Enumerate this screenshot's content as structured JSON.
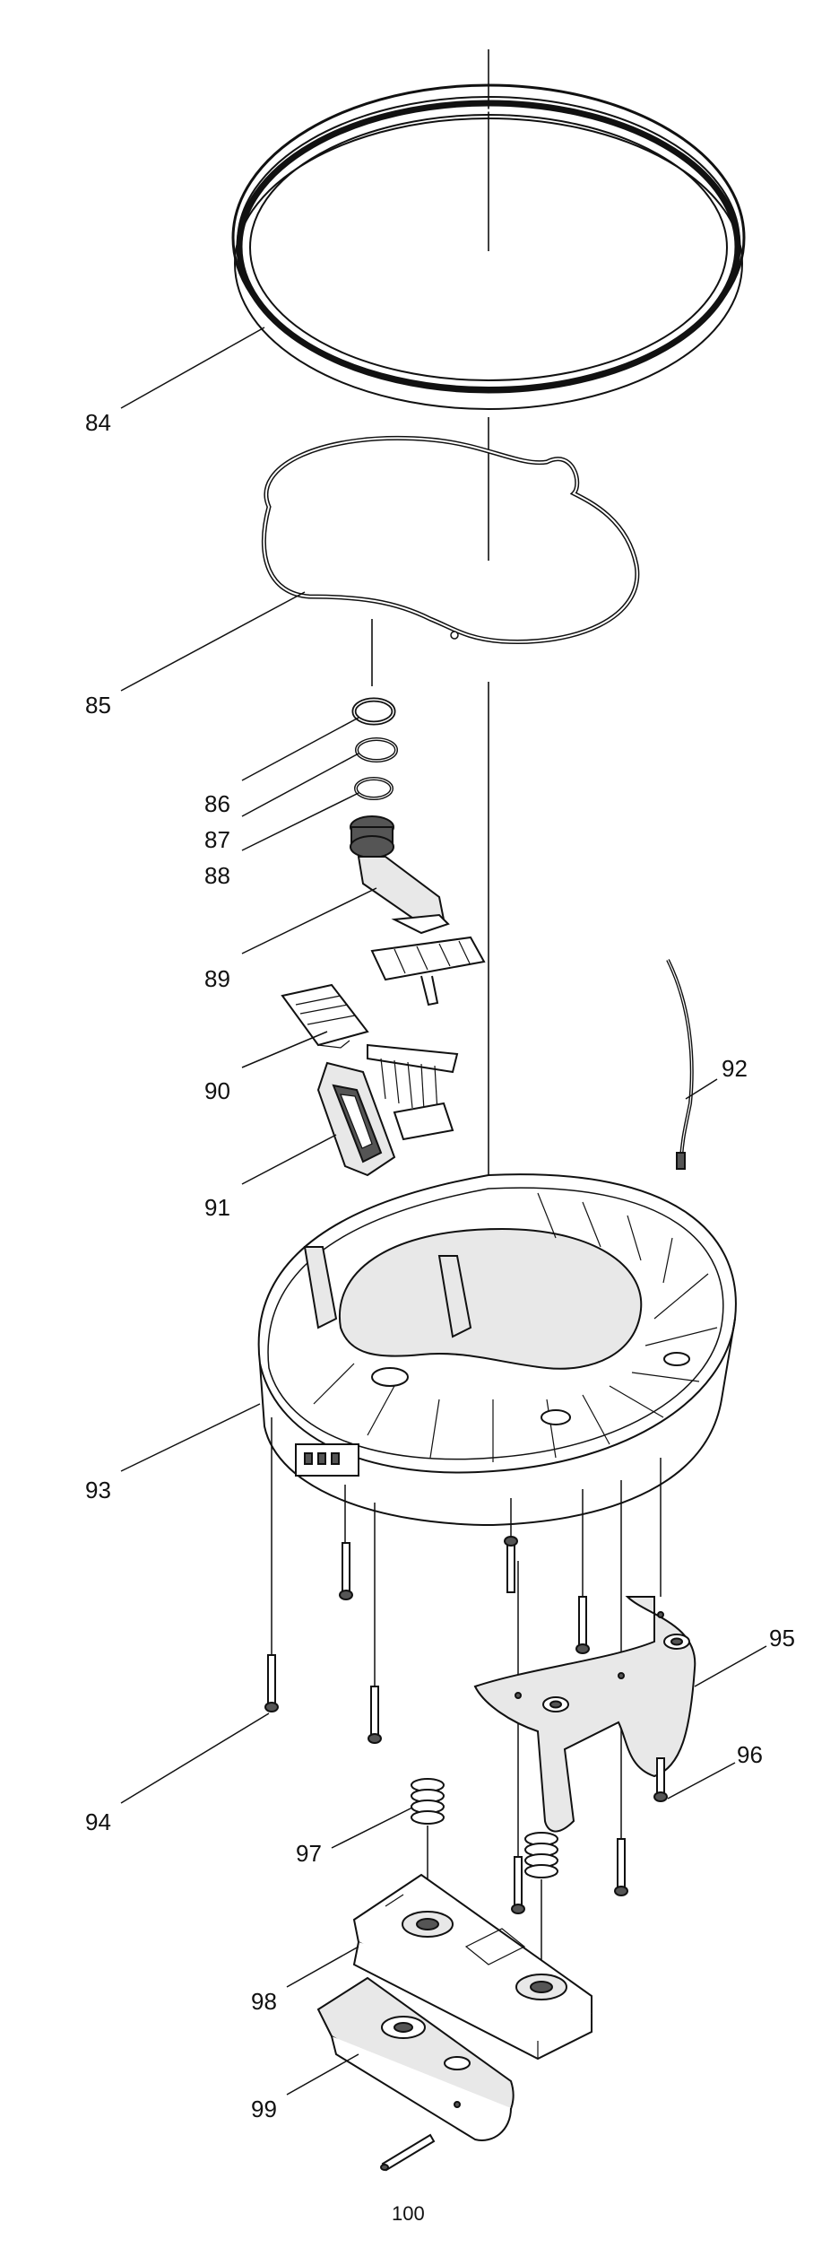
{
  "labels": {
    "p84": "84",
    "p85": "85",
    "p86": "86",
    "p87": "87",
    "p88": "88",
    "p89": "89",
    "p90": "90",
    "p91": "91",
    "p92": "92",
    "p93": "93",
    "p94": "94",
    "p95": "95",
    "p96": "96",
    "p97": "97",
    "p98": "98",
    "p99": "99",
    "p100": "100"
  }
}
